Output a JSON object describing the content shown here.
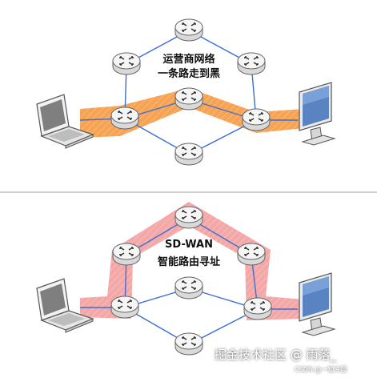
{
  "top": {
    "line1": "运营商网络",
    "line2": "一条路走到黑"
  },
  "bottom": {
    "line1": "SD-WAN",
    "line2": "智能路由寻址"
  },
  "watermark": {
    "text": "掘金技术社区 @ 雨落_",
    "csdn": "CSDN @一知冷晨"
  },
  "colors": {
    "topPath": "#f7a354",
    "bottomPath": "#f4a7a7",
    "link": "#3b6fd6",
    "divider": "#d0d0d0"
  },
  "icons": {
    "router": "router-icon",
    "laptop": "laptop-icon",
    "monitor": "monitor-icon"
  }
}
